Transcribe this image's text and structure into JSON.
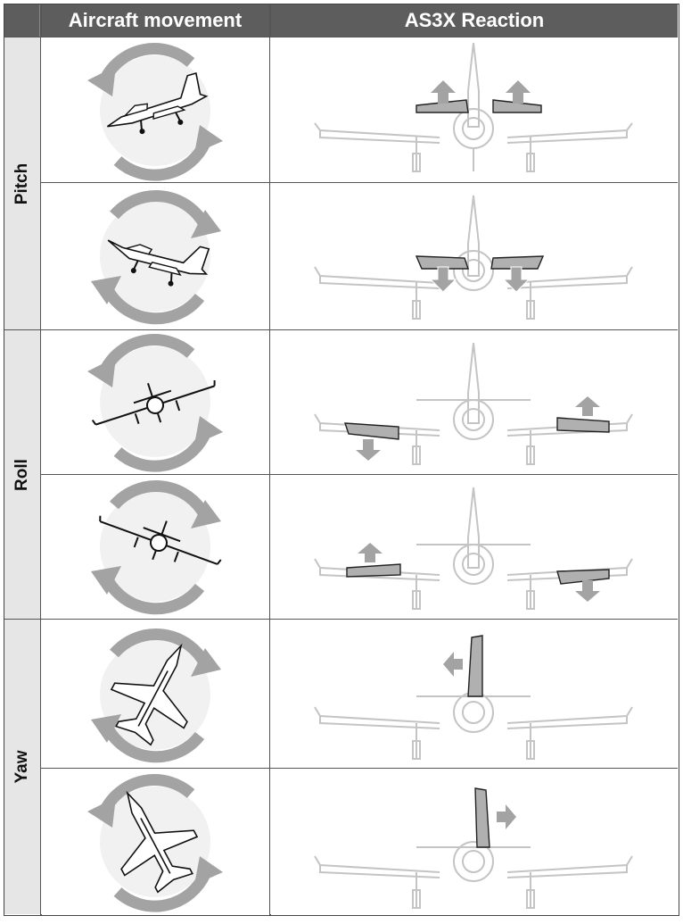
{
  "table": {
    "headers": {
      "movement": "Aircraft movement",
      "reaction": "AS3X Reaction"
    },
    "axes": [
      {
        "label": "Pitch"
      },
      {
        "label": "Roll"
      },
      {
        "label": "Yaw"
      }
    ]
  },
  "colors": {
    "header_bg": "#5d5d5d",
    "side_bg": "#e6e6e6",
    "arrow_gray": "#a3a3a3",
    "surface_gray": "#b0b0b0",
    "plane_outline": "#c4c4c4"
  },
  "icons": [
    "rotation-arrows-icon",
    "jet-side-icon",
    "jet-front-icon",
    "jet-top-icon",
    "up-arrow-icon",
    "down-arrow-icon",
    "left-arrow-icon",
    "right-arrow-icon"
  ]
}
